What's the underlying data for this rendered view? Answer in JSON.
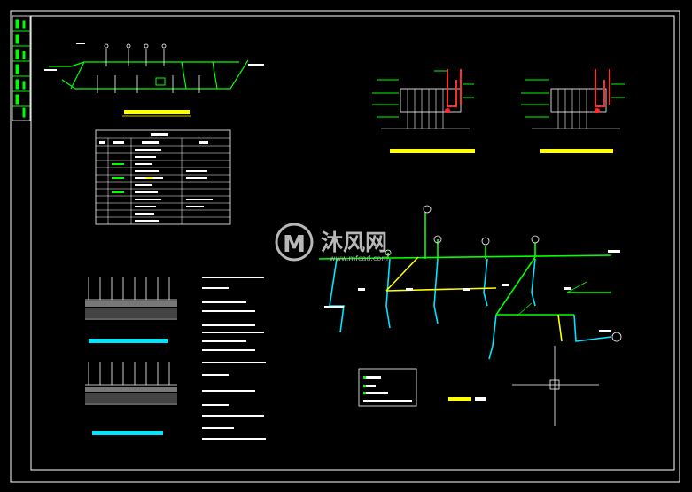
{
  "watermark": {
    "brand_cn": "沐风网",
    "url": "www.mfcad.com",
    "logo_letter": "M"
  },
  "colors": {
    "background": "#000000",
    "frame": "#ffffff",
    "pipe_green": "#00ff00",
    "pipe_cyan": "#00e5ff",
    "pipe_yellow": "#ffff00",
    "riser_red": "#ff2a2a",
    "annotation": "#ffffff"
  }
}
